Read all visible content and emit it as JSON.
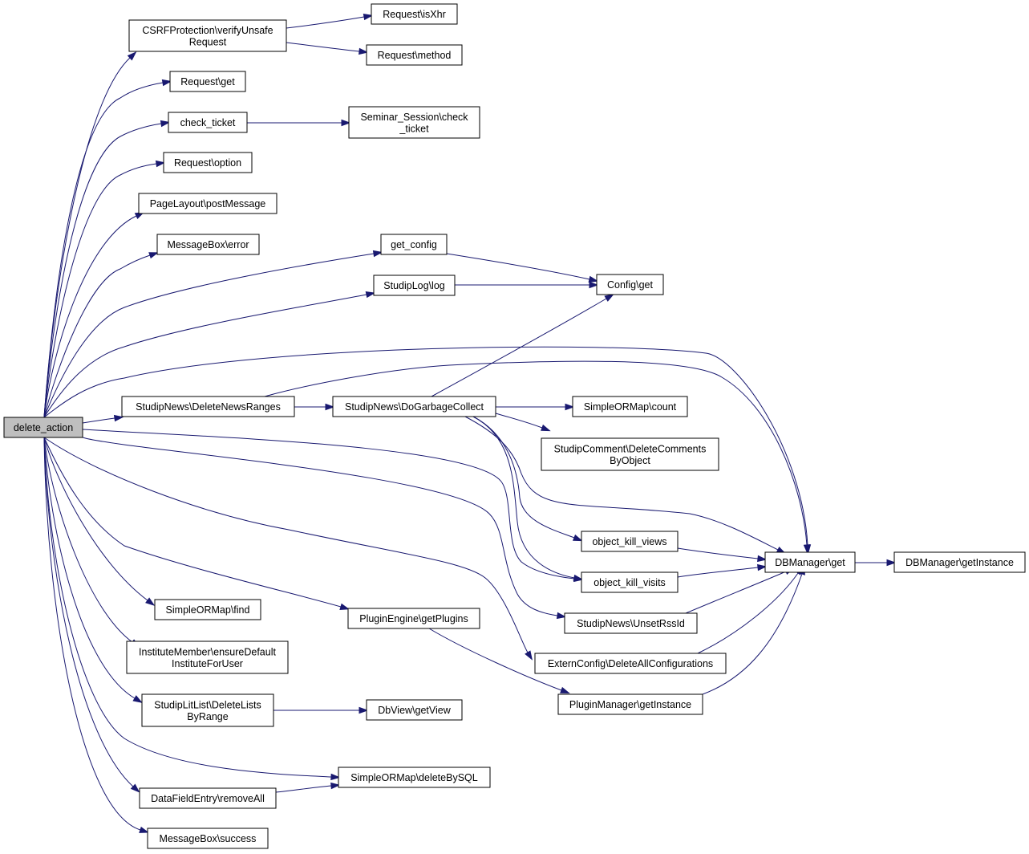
{
  "nodes": [
    {
      "id": "delete_action",
      "lines": [
        "delete_action"
      ],
      "root": true
    },
    {
      "id": "csrf",
      "lines": [
        "CSRFProtection\\verifyUnsafe",
        "Request"
      ]
    },
    {
      "id": "isxhr",
      "lines": [
        "Request\\isXhr"
      ]
    },
    {
      "id": "method",
      "lines": [
        "Request\\method"
      ]
    },
    {
      "id": "reqget",
      "lines": [
        "Request\\get"
      ]
    },
    {
      "id": "check_ticket",
      "lines": [
        "check_ticket"
      ]
    },
    {
      "id": "seminar_check",
      "lines": [
        "Seminar_Session\\check",
        "_ticket"
      ]
    },
    {
      "id": "reqoption",
      "lines": [
        "Request\\option"
      ]
    },
    {
      "id": "postmessage",
      "lines": [
        "PageLayout\\postMessage"
      ]
    },
    {
      "id": "mberror",
      "lines": [
        "MessageBox\\error"
      ]
    },
    {
      "id": "get_config",
      "lines": [
        "get_config"
      ]
    },
    {
      "id": "studiplog",
      "lines": [
        "StudipLog\\log"
      ]
    },
    {
      "id": "configget",
      "lines": [
        "Config\\get"
      ]
    },
    {
      "id": "deletenewsranges",
      "lines": [
        "StudipNews\\DeleteNewsRanges"
      ]
    },
    {
      "id": "dogarbage",
      "lines": [
        "StudipNews\\DoGarbageCollect"
      ]
    },
    {
      "id": "ormcount",
      "lines": [
        "SimpleORMap\\count"
      ]
    },
    {
      "id": "deletecomments",
      "lines": [
        "StudipComment\\DeleteComments",
        "ByObject"
      ]
    },
    {
      "id": "killviews",
      "lines": [
        "object_kill_views"
      ]
    },
    {
      "id": "killvisits",
      "lines": [
        "object_kill_visits"
      ]
    },
    {
      "id": "dbget",
      "lines": [
        "DBManager\\get"
      ]
    },
    {
      "id": "dbinstance",
      "lines": [
        "DBManager\\getInstance"
      ]
    },
    {
      "id": "unsetrss",
      "lines": [
        "StudipNews\\UnsetRssId"
      ]
    },
    {
      "id": "ormfind",
      "lines": [
        "SimpleORMap\\find"
      ]
    },
    {
      "id": "getplugins",
      "lines": [
        "PluginEngine\\getPlugins"
      ]
    },
    {
      "id": "ensureinst",
      "lines": [
        "InstituteMember\\ensureDefault",
        "InstituteForUser"
      ]
    },
    {
      "id": "externconfig",
      "lines": [
        "ExternConfig\\DeleteAllConfigurations"
      ]
    },
    {
      "id": "litlist",
      "lines": [
        "StudipLitList\\DeleteLists",
        "ByRange"
      ]
    },
    {
      "id": "dbview",
      "lines": [
        "DbView\\getView"
      ]
    },
    {
      "id": "pluginmgr",
      "lines": [
        "PluginManager\\getInstance"
      ]
    },
    {
      "id": "deletebysql",
      "lines": [
        "SimpleORMap\\deleteBySQL"
      ]
    },
    {
      "id": "removeall",
      "lines": [
        "DataFieldEntry\\removeAll"
      ]
    },
    {
      "id": "mbsuccess",
      "lines": [
        "MessageBox\\success"
      ]
    }
  ],
  "edges": [
    [
      "delete_action",
      "csrf"
    ],
    [
      "delete_action",
      "reqget"
    ],
    [
      "delete_action",
      "check_ticket"
    ],
    [
      "delete_action",
      "reqoption"
    ],
    [
      "delete_action",
      "postmessage"
    ],
    [
      "delete_action",
      "mberror"
    ],
    [
      "delete_action",
      "get_config"
    ],
    [
      "delete_action",
      "studiplog"
    ],
    [
      "delete_action",
      "dbget"
    ],
    [
      "delete_action",
      "deletenewsranges"
    ],
    [
      "delete_action",
      "killvisits"
    ],
    [
      "delete_action",
      "unsetrss"
    ],
    [
      "delete_action",
      "externconfig"
    ],
    [
      "delete_action",
      "ormfind"
    ],
    [
      "delete_action",
      "getplugins"
    ],
    [
      "delete_action",
      "ensureinst"
    ],
    [
      "delete_action",
      "litlist"
    ],
    [
      "delete_action",
      "deletebysql"
    ],
    [
      "delete_action",
      "removeall"
    ],
    [
      "delete_action",
      "mbsuccess"
    ],
    [
      "csrf",
      "isxhr"
    ],
    [
      "csrf",
      "method"
    ],
    [
      "check_ticket",
      "seminar_check"
    ],
    [
      "get_config",
      "configget"
    ],
    [
      "studiplog",
      "configget"
    ],
    [
      "deletenewsranges",
      "dogarbage"
    ],
    [
      "deletenewsranges",
      "dbget"
    ],
    [
      "dogarbage",
      "configget"
    ],
    [
      "dogarbage",
      "ormcount"
    ],
    [
      "dogarbage",
      "deletecomments"
    ],
    [
      "dogarbage",
      "dbget"
    ],
    [
      "dogarbage",
      "killviews"
    ],
    [
      "dogarbage",
      "killvisits"
    ],
    [
      "killviews",
      "dbget"
    ],
    [
      "killvisits",
      "dbget"
    ],
    [
      "unsetrss",
      "dbget"
    ],
    [
      "externconfig",
      "dbget"
    ],
    [
      "pluginmgr",
      "dbget"
    ],
    [
      "dbget",
      "dbinstance"
    ],
    [
      "getplugins",
      "pluginmgr"
    ],
    [
      "litlist",
      "dbview"
    ],
    [
      "removeall",
      "deletebysql"
    ]
  ]
}
